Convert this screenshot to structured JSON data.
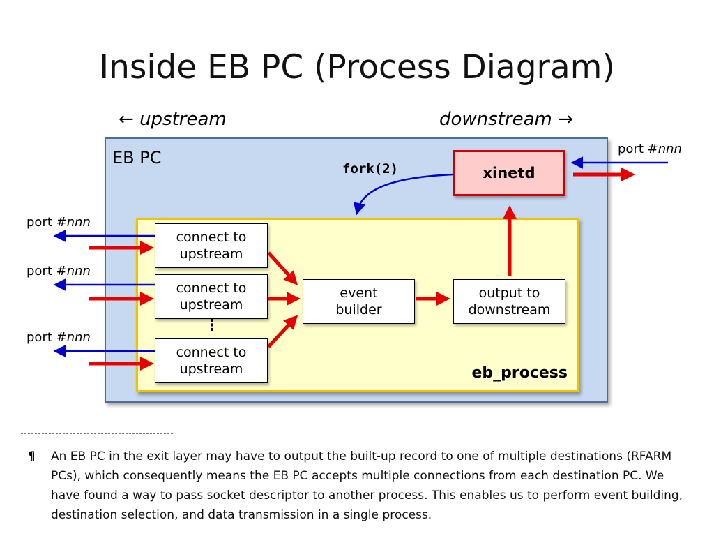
{
  "title": "Inside EB PC (Process Diagram)",
  "directions": {
    "upstream": "upstream",
    "downstream": "downstream",
    "left_arrow": "🡐",
    "right_arrow": "🡒"
  },
  "ebpc_label": "EB PC",
  "eb_process_label": "eb_process",
  "xinetd_label": "xinetd",
  "fork_label": "fork(2)",
  "port": {
    "prefix": "port #",
    "num": "nnn"
  },
  "connect_boxes": [
    {
      "line1": "connect to",
      "line2": "upstream"
    },
    {
      "line1": "connect to",
      "line2": "upstream"
    },
    {
      "line1": "connect to",
      "line2": "upstream"
    }
  ],
  "event_builder": {
    "line1": "event",
    "line2": "builder"
  },
  "output_box": {
    "line1": "output to",
    "line2": "downstream"
  },
  "vdots": "⋮",
  "footnote": {
    "mark": "¶",
    "text": "An EB PC in the exit layer may have to output the built-up record to one of multiple destinations (RFARM PCs), which consequently means the EB PC accepts multiple connections from each destination PC.  We have found a way to pass socket descriptor to another process.  This enables us to perform event building, destination selection, and data transmission in a single process."
  },
  "colors": {
    "red_arrow": "#e60000",
    "blue_arrow": "#0000cc",
    "ebpc_fill": "#c6d9f1",
    "eb_process_fill": "#ffffcc",
    "xinetd_fill": "#ffcccc"
  }
}
